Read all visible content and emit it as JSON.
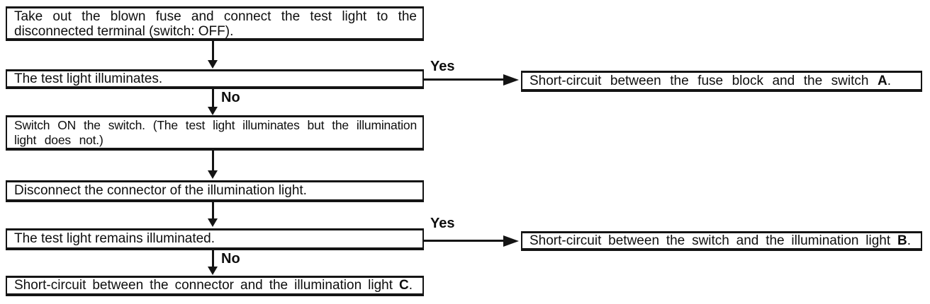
{
  "labels": {
    "yes": "Yes",
    "no": "No"
  },
  "steps": {
    "step1": {
      "lines": [
        "Take out the blown fuse and connect the test light to the",
        "disconnected terminal (switch: OFF)."
      ]
    },
    "step2": {
      "text": "The test light illuminates."
    },
    "step3": {
      "lines": [
        "Switch ON the switch. (The test light illuminates but the illumination",
        "light does not.)"
      ]
    },
    "step4": {
      "text": "Disconnect the connector of the illumination light."
    },
    "step5": {
      "text": "The test light remains illuminated."
    }
  },
  "results": {
    "a": {
      "text": "Short-circuit between the fuse block and the switch",
      "code": "A",
      "period": "."
    },
    "b": {
      "text": "Short-circuit between the switch and the illumination light",
      "code": "B",
      "period": "."
    },
    "c": {
      "text": "Short-circuit between the connector and the illumination light",
      "code": "C",
      "period": "."
    }
  }
}
